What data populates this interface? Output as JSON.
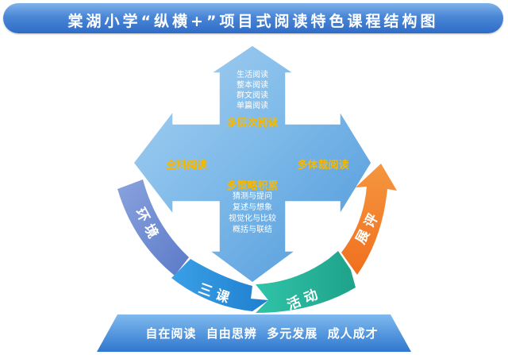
{
  "title": "棠湖小学“纵横+”项目式阅读特色课程结构图",
  "up_items": [
    "生活阅读",
    "整本阅读",
    "群文阅读",
    "单篇阅读"
  ],
  "up_heading": "多层次阅读",
  "left_heading": "全科阅读",
  "right_heading": "多体裁阅读",
  "down_heading": "多策略积累",
  "down_items": [
    "猜测与提问",
    "复述与想象",
    "视觉化与比较",
    "概括与联结"
  ],
  "arc": {
    "env": "环境",
    "courses": "三课",
    "activities": "活动",
    "exhibition": "展评"
  },
  "bottom_goals": "自在阅读  自由思辨  多元发展  成人成才",
  "colors": {
    "title_bg": "#4a86d6",
    "cross": "#7bb8e8",
    "gold_text": "#f6b800",
    "env": "#7a93d4",
    "courses": "#2f8fd8",
    "activities": "#27b7a0",
    "exhibition": "#f07a2a",
    "base": "#4b97de"
  }
}
